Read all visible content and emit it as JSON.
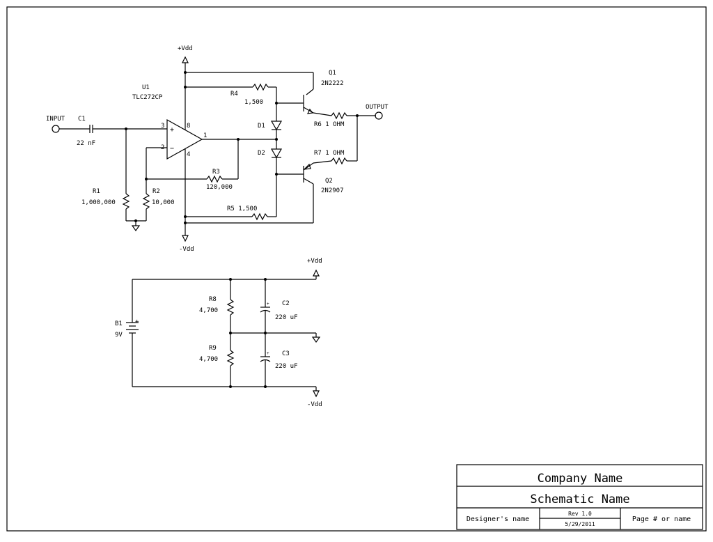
{
  "power": {
    "vdd_top": "+Vdd",
    "vdd_bottom": "-Vdd",
    "ps_vdd_top": "+Vdd",
    "ps_vdd_bottom": "-Vdd"
  },
  "ports": {
    "input": "INPUT",
    "output": "OUTPUT"
  },
  "opamp": {
    "ref": "U1",
    "part": "TLC272CP",
    "pin_noninv": "3",
    "pin_inv": "2",
    "pin_out": "1",
    "pin_vplus": "8",
    "pin_vminus": "4",
    "plus_sign": "+",
    "minus_sign": "−"
  },
  "components": {
    "c1": {
      "ref": "C1",
      "value": "22 nF"
    },
    "r1": {
      "ref": "R1",
      "value": "1,000,000"
    },
    "r2": {
      "ref": "R2",
      "value": "10,000"
    },
    "r3": {
      "ref": "R3",
      "value": "120,000"
    },
    "r4": {
      "ref": "R4",
      "value": "1,500"
    },
    "r5": {
      "ref": "R5",
      "value": "1,500"
    },
    "r6": {
      "ref": "R6",
      "value": "1 OHM"
    },
    "r7": {
      "ref": "R7",
      "value": "1 OHM"
    },
    "d1": {
      "ref": "D1"
    },
    "d2": {
      "ref": "D2"
    },
    "q1": {
      "ref": "Q1",
      "part": "2N2222"
    },
    "q2": {
      "ref": "Q2",
      "part": "2N2907"
    },
    "b1": {
      "ref": "B1",
      "value": "9V",
      "plus": "+"
    },
    "r8": {
      "ref": "R8",
      "value": "4,700"
    },
    "r9": {
      "ref": "R9",
      "value": "4,700"
    },
    "c2": {
      "ref": "C2",
      "value": "220 uF"
    },
    "c3": {
      "ref": "C3",
      "value": "220 uF"
    }
  },
  "title_block": {
    "company": "Company Name",
    "schematic": "Schematic Name",
    "designer": "Designer's name",
    "rev": "Rev 1.0",
    "date": "5/29/2011",
    "page": "Page # or name"
  }
}
